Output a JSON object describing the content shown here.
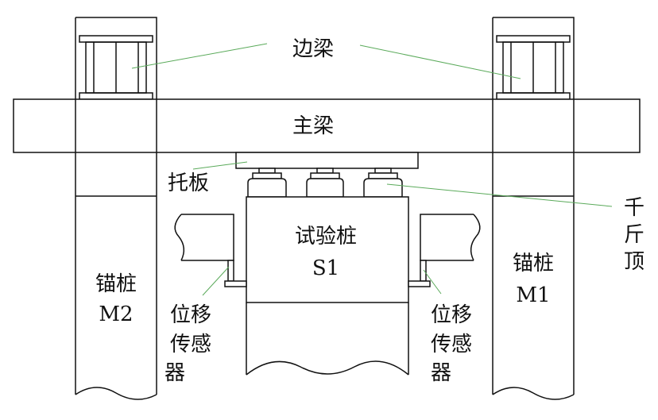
{
  "labels": {
    "side_beam": "边梁",
    "main_beam": "主梁",
    "base_plate": "托板",
    "jack": [
      "千",
      "斤",
      "顶"
    ],
    "test_pile": "试验桩",
    "test_pile_id": "S1",
    "anchor_pile_left": "锚桩",
    "anchor_pile_left_id": "M2",
    "anchor_pile_right": "锚桩",
    "anchor_pile_right_id": "M1",
    "sensor_left": [
      "位移",
      "传感",
      "器"
    ],
    "sensor_right": [
      "位移",
      "传感",
      "器"
    ]
  },
  "colors": {
    "line": "#111111",
    "leader": "#5aaa5a",
    "background": "#ffffff"
  }
}
